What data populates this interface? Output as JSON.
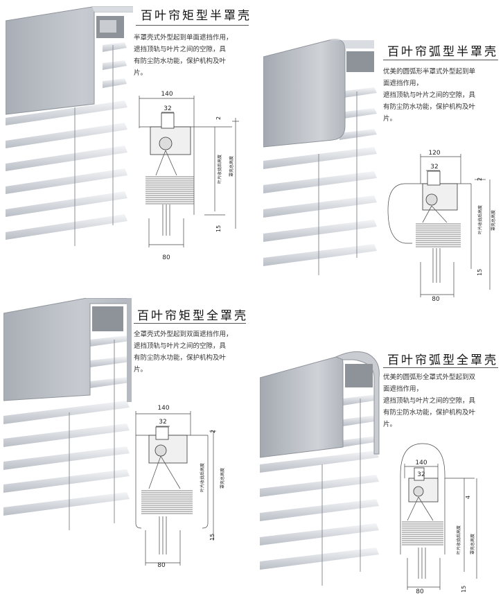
{
  "products": [
    {
      "title": "百叶帘矩型半罩壳",
      "description": "半罩壳式外型起到单面遮挡作用，\n遮挡顶轨与叶片之间的空隙，具\n有防尘防水功能，保护机构及叶\n片。",
      "dims": {
        "width": "140",
        "motor": "32",
        "bottom": "80",
        "top_gap": "2",
        "bottom_gap": "15",
        "label_stack": "叶片收拢后高度",
        "label_total": "罩壳总高度"
      }
    },
    {
      "title": "百叶帘弧型半罩壳",
      "description": "优美的圆弧形半罩式外型起到单\n面遮挡作用，\n遮挡顶轨与叶片之间的空隙，具\n有防尘防水功能，保护机构及叶\n片。",
      "dims": {
        "width": "120",
        "motor": "32",
        "bottom": "80",
        "top_gap": "2",
        "bottom_gap": "15",
        "label_stack": "叶片收拢后高度",
        "label_total": "罩壳总高度"
      }
    },
    {
      "title": "百叶帘矩型全罩壳",
      "description": "全罩壳式外型起到双面遮挡作用，\n遮挡顶轨与叶片之间的空隙，具\n有防尘防水功能，保护机构及叶\n片。",
      "dims": {
        "width": "140",
        "motor": "32",
        "bottom": "80",
        "top_gap": "2",
        "bottom_gap": "15",
        "label_stack": "叶片收拢后高度",
        "label_total": "罩壳总高度"
      }
    },
    {
      "title": "百叶帘弧型全罩壳",
      "description": "优美的圆弧形全罩式外型起到双\n面遮挡作用，\n遮挡顶轨与叶片之间的空隙，具\n有防尘防水功能，保护机构及叶\n片。",
      "dims": {
        "width": "140",
        "motor": "32",
        "bottom": "80",
        "top_gap": "4",
        "bottom_gap": "15",
        "label_stack": "叶片收拢后高度",
        "label_total": "罩壳总高度"
      }
    }
  ]
}
